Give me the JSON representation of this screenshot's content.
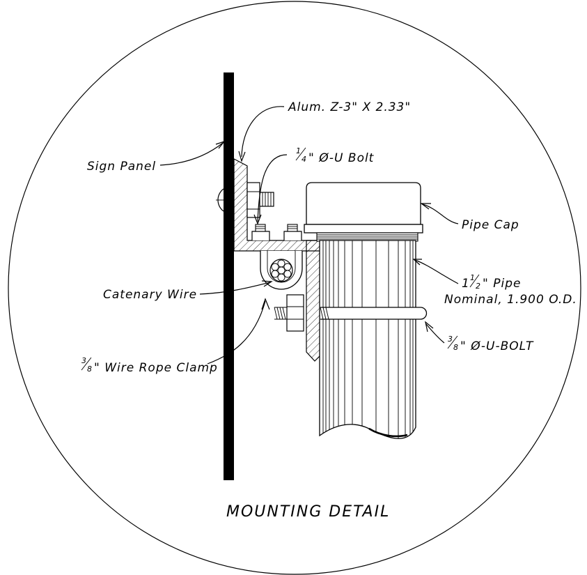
{
  "labels": {
    "alum_z": "Alum. Z-3\" X 2.33\"",
    "u_bolt_quarter_num": "1",
    "u_bolt_quarter_den": "4",
    "u_bolt_quarter_rest": "\" Ø-U Bolt",
    "sign_panel": "Sign Panel",
    "pipe_cap": "Pipe Cap",
    "catenary_wire": "Catenary Wire",
    "pipe_whole": "1",
    "pipe_num": "1",
    "pipe_den": "2",
    "pipe_rest": "\" Pipe",
    "pipe_nominal": "Nominal, 1.900 O.D.",
    "u_bolt_38_num": "3",
    "u_bolt_38_den": "8",
    "u_bolt_38_rest": "\" Ø-U-BOLT",
    "clamp_num": "3",
    "clamp_den": "8",
    "clamp_rest": "\" Wire Rope Clamp"
  },
  "title": "MOUNTING DETAIL"
}
